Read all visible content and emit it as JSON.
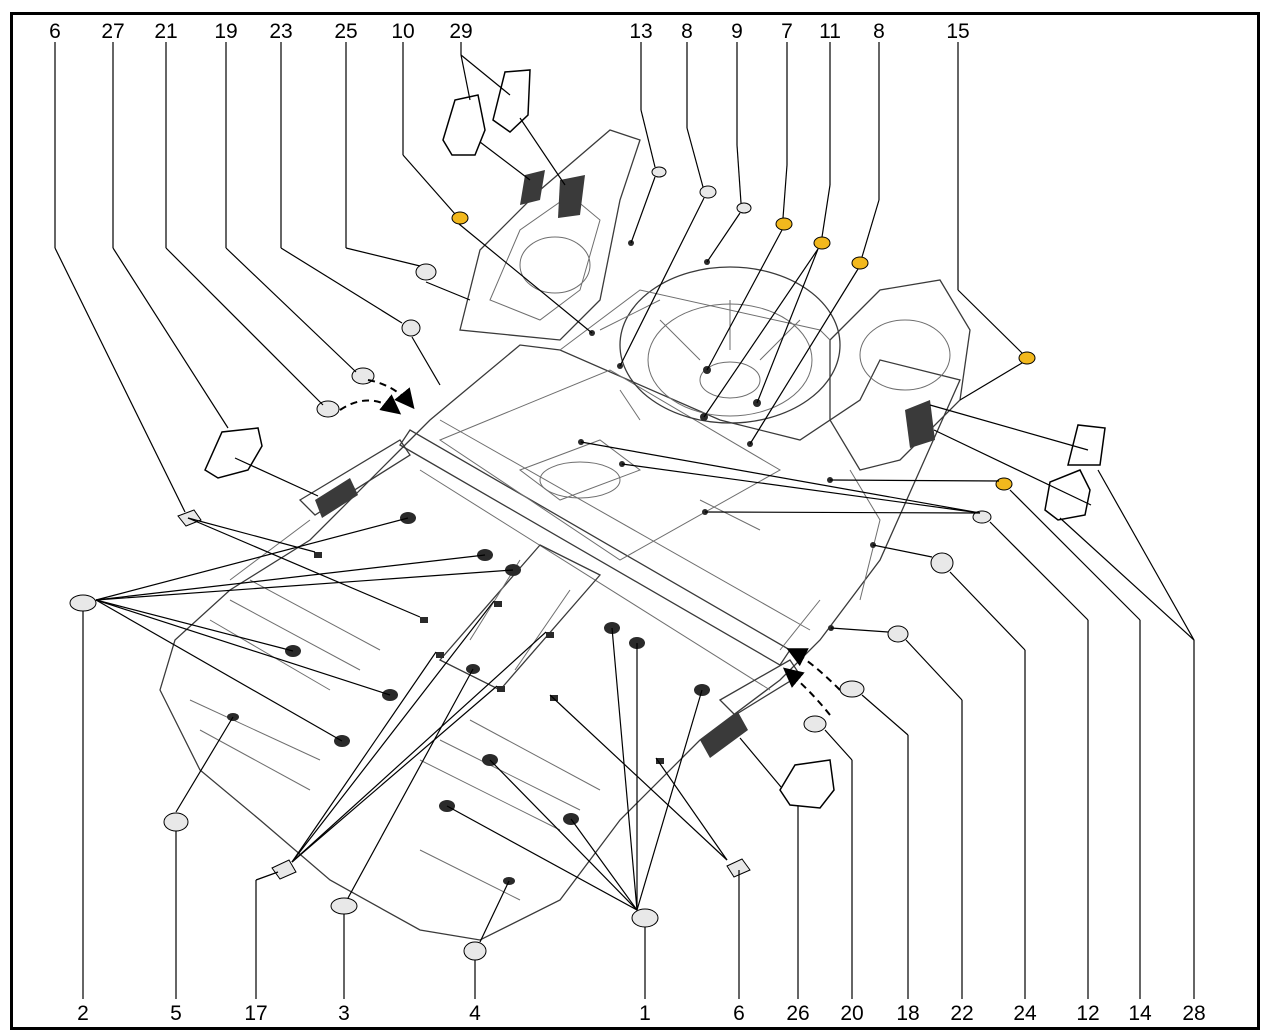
{
  "callouts_top": [
    "6",
    "27",
    "21",
    "19",
    "23",
    "25",
    "10",
    "29",
    "13",
    "8",
    "9",
    "7",
    "11",
    "8",
    "15"
  ],
  "callouts_bottom": [
    "2",
    "5",
    "17",
    "3",
    "4",
    "1",
    "6",
    "26",
    "20",
    "18",
    "22",
    "24",
    "12",
    "14",
    "28"
  ],
  "part_colors": {
    "plug_highlight": "#f2b81d",
    "plug_plain": "#e8e8e8",
    "plug_installed": "#2a2a2a",
    "pad": "#3a3a3a",
    "line": "#000000"
  }
}
